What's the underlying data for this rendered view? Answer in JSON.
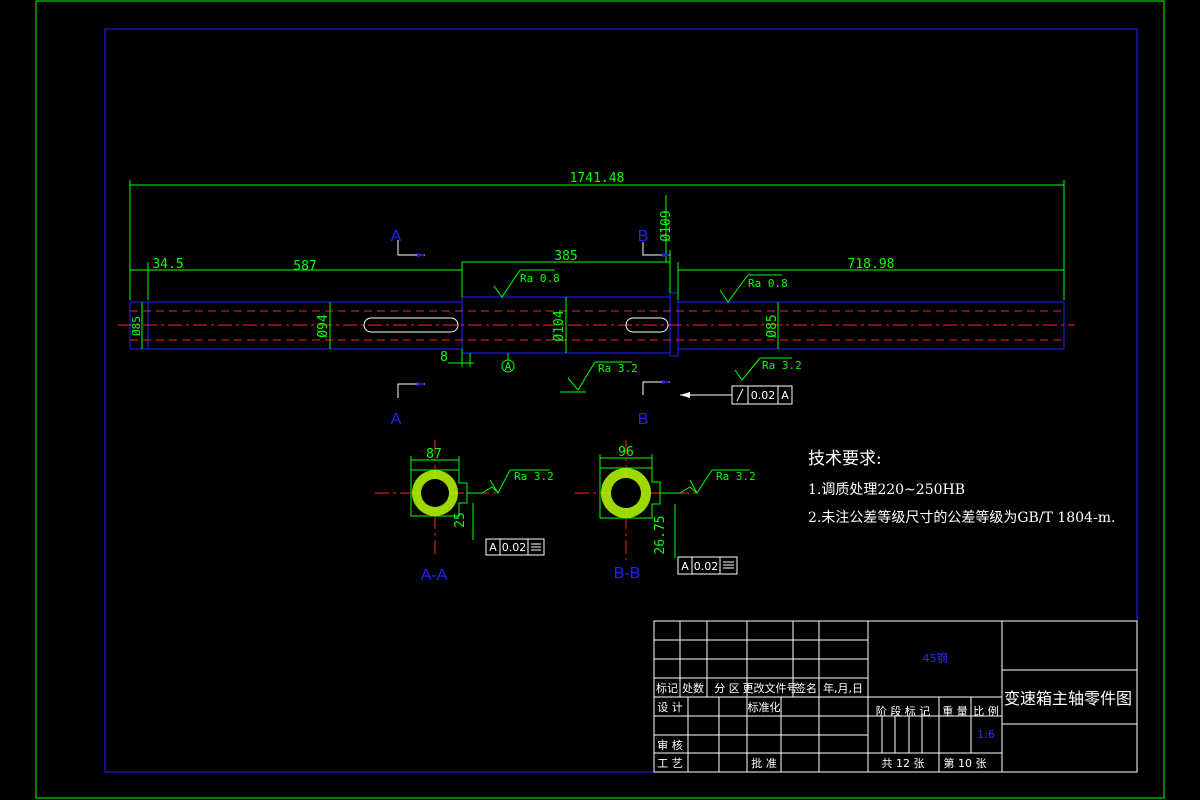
{
  "dimensions": {
    "overall_length": "1741.48",
    "d_109": "Ø109",
    "len_34_5": "34.5",
    "len_587": "587",
    "len_385": "385",
    "len_718": "718.98",
    "d_85_left": "Ø85",
    "d_94": "Ø94",
    "d_104": "Ø104",
    "d_85_right": "Ø85",
    "len_8": "8",
    "w_87": "87",
    "h_25": "25",
    "w_96": "96",
    "h_26_75": "26.75"
  },
  "roughness": {
    "ra08_a": "Ra 0.8",
    "ra08_b": "Ra 0.8",
    "ra32_shaft": "Ra 3.2",
    "ra32_step": "Ra 3.2",
    "ra32_aa": "Ra 3.2",
    "ra32_bb": "Ra 3.2"
  },
  "section_marks": {
    "a_top": "A",
    "a_bottom": "A",
    "b_top": "B",
    "b_bottom": "B",
    "aa_label": "A-A",
    "bb_label": "B-B",
    "datum_a": "A"
  },
  "tolerance": {
    "runout_value": "0.02",
    "runout_datum": "A",
    "aa_datum": "A",
    "aa_value": "0.02",
    "bb_datum": "A",
    "bb_value": "0.02"
  },
  "tech_requirements": {
    "title": "技术要求:",
    "line1": "1.调质处理220~250HB",
    "line2": "2.未注公差等级尺寸的公差等级为GB/T 1804-m."
  },
  "title_block": {
    "material": "45钢",
    "part_name": "变速箱主轴零件图",
    "h_mark": "标记",
    "h_count": "处数",
    "h_zone": "分 区",
    "h_docno": "更改文件号",
    "h_sign": "签名",
    "h_date": "年,月,日",
    "r_design": "设 计",
    "r_std": "标准化",
    "r_check": "审 核",
    "r_craft": "工 艺",
    "r_approve": "批 准",
    "h_stage": "阶 段 标 记",
    "h_weight": "重 量",
    "h_scale": "比 例",
    "scale": "1:6",
    "sheets": "共 12 张",
    "sheet_no": "第 10 张"
  }
}
